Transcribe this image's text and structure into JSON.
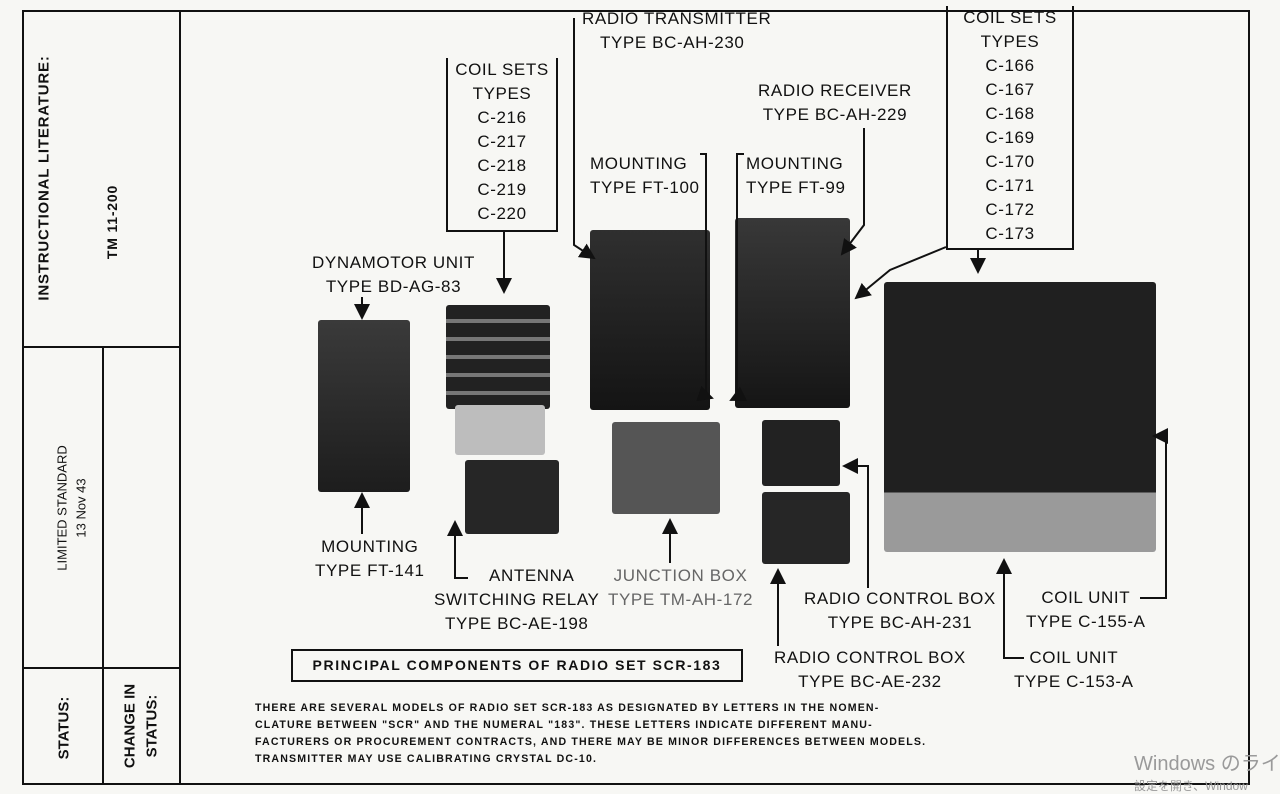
{
  "sidebar": {
    "instructional_literature": "INSTRUCTIONAL LITERATURE:",
    "tm_number": "TM 11-200",
    "limited_standard": "LIMITED STANDARD",
    "limited_date": "13 Nov 43",
    "status": "STATUS:",
    "change_in": "CHANGE IN",
    "change_status": "STATUS:"
  },
  "coil_sets_left": {
    "title": "COIL SETS",
    "subtitle": "TYPES",
    "types": [
      "C-216",
      "C-217",
      "C-218",
      "C-219",
      "C-220"
    ]
  },
  "coil_sets_right": {
    "title": "COIL SETS",
    "subtitle": "TYPES",
    "types": [
      "C-166",
      "C-167",
      "C-168",
      "C-169",
      "C-170",
      "C-171",
      "C-172",
      "C-173"
    ]
  },
  "labels": {
    "transmitter_1": "RADIO TRANSMITTER",
    "transmitter_2": "TYPE BC-AH-230",
    "receiver_1": "RADIO RECEIVER",
    "receiver_2": "TYPE BC-AH-229",
    "mount_ft100_1": "MOUNTING",
    "mount_ft100_2": "TYPE FT-100",
    "mount_ft99_1": "MOUNTING",
    "mount_ft99_2": "TYPE FT-99",
    "dynamotor_1": "DYNAMOTOR UNIT",
    "dynamotor_2": "TYPE BD-AG-83",
    "mount_ft141_1": "MOUNTING",
    "mount_ft141_2": "TYPE FT-141",
    "antenna_1": "ANTENNA",
    "antenna_2": "SWITCHING RELAY",
    "antenna_3": "TYPE BC-AE-198",
    "junction_1": "JUNCTION BOX",
    "junction_2": "TYPE TM-AH-172",
    "control231_1": "RADIO CONTROL BOX",
    "control231_2": "TYPE BC-AH-231",
    "control232_1": "RADIO CONTROL BOX",
    "control232_2": "TYPE BC-AE-232",
    "coil155_1": "COIL UNIT",
    "coil155_2": "TYPE C-155-A",
    "coil153_1": "COIL UNIT",
    "coil153_2": "TYPE C-153-A"
  },
  "caption": "PRINCIPAL COMPONENTS OF RADIO SET SCR-183",
  "note_lines": [
    "THERE ARE SEVERAL MODELS OF RADIO SET SCR-183 AS DESIGNATED BY LETTERS IN THE NOMEN-",
    "CLATURE BETWEEN \"SCR\" AND THE NUMERAL \"183\". THESE LETTERS INDICATE DIFFERENT MANU-",
    "FACTURERS OR PROCUREMENT CONTRACTS, AND THERE MAY BE MINOR DIFFERENCES BETWEEN MODELS.",
    "TRANSMITTER MAY USE CALIBRATING CRYSTAL DC-10."
  ],
  "watermark": {
    "line1": "Windows のライ",
    "line2": "設定を開き、Window"
  },
  "colors": {
    "paper": "#f7f7f4",
    "ink": "#111111",
    "equipment_dark": "#2b2b2b",
    "faded_label": "#666666"
  }
}
